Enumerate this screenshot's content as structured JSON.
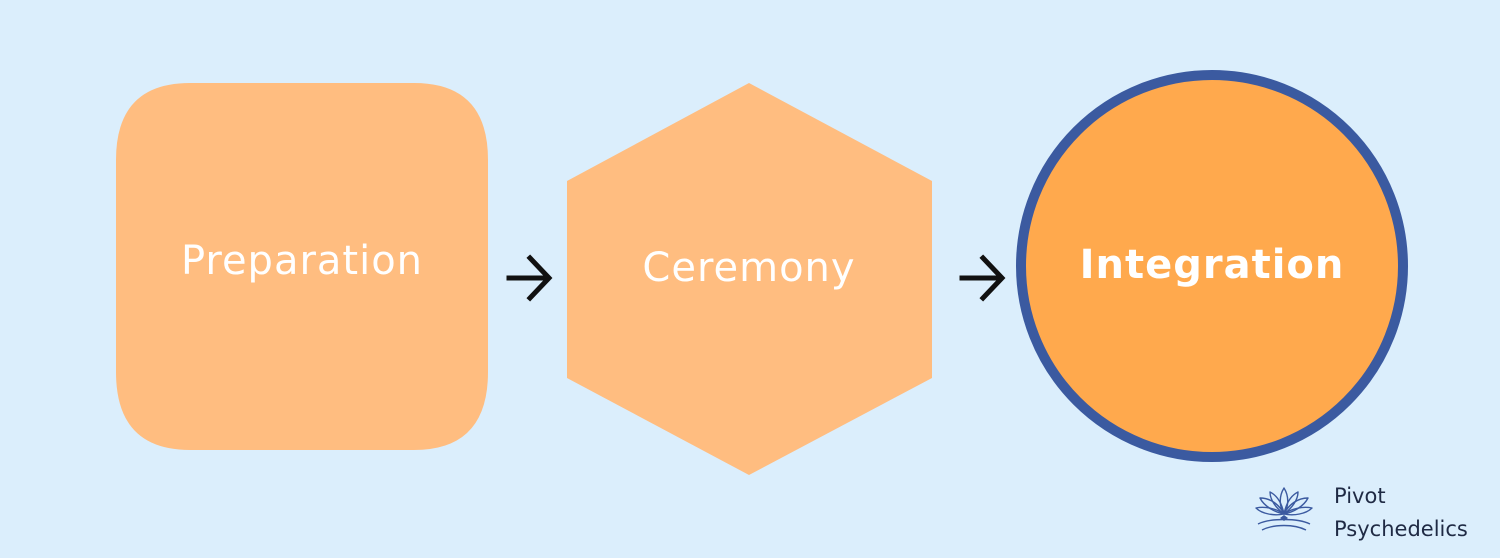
{
  "diagram": {
    "nodes": [
      {
        "id": "preparation",
        "label": "Preparation",
        "shape": "rounded-square",
        "color": "#ffbd80"
      },
      {
        "id": "ceremony",
        "label": "Ceremony",
        "shape": "hexagon",
        "color": "#ffbd80"
      },
      {
        "id": "integration",
        "label": "Integration",
        "shape": "circle",
        "color": "#ffa94d",
        "border_color": "#3b5aa0"
      }
    ],
    "edges": [
      {
        "from": "preparation",
        "to": "ceremony"
      },
      {
        "from": "ceremony",
        "to": "integration"
      }
    ]
  },
  "brand": {
    "line1": "Pivot",
    "line2": "Psychedelics",
    "logo_icon": "lotus-icon",
    "logo_color": "#3b5aa0"
  },
  "colors": {
    "background": "#dbeefc",
    "arrow": "#111111"
  }
}
